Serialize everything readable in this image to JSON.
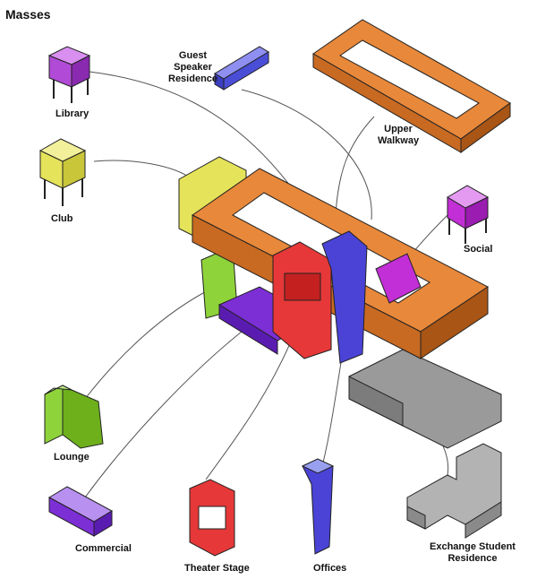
{
  "title": "Masses",
  "labels": {
    "library": [
      "Library"
    ],
    "guest": [
      "Guest",
      "Speaker",
      "Residence"
    ],
    "upper": [
      "Upper",
      "Walkway"
    ],
    "club": [
      "Club"
    ],
    "social": [
      "Social"
    ],
    "lounge": [
      "Lounge"
    ],
    "commercial": [
      "Commercial"
    ],
    "theater": [
      "Theater Stage"
    ],
    "offices": [
      "Offices"
    ],
    "exchange": [
      "Exchange Student",
      "Residence"
    ]
  },
  "colors": {
    "library": "#b14ad6",
    "guest": "#4a4ed6",
    "upper": "#e8883a",
    "club": "#e5e35a",
    "social": "#c22fd6",
    "lounge": "#8fd33a",
    "commercial": "#7d2fd6",
    "theater": "#e63838",
    "offices": "#4a43d6",
    "exchange": "#9a9a9a"
  }
}
